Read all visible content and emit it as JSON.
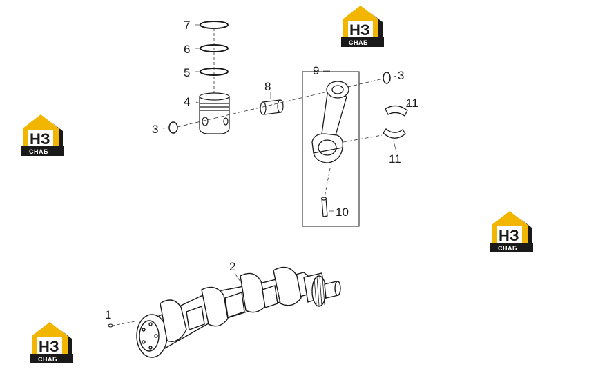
{
  "callouts": {
    "c1": "1",
    "c2": "2",
    "c3_left": "3",
    "c3_right": "3",
    "c4": "4",
    "c5": "5",
    "c6": "6",
    "c7": "7",
    "c8": "8",
    "c9": "9",
    "c10": "10",
    "c11_top": "11",
    "c11_bottom": "11"
  },
  "logo": {
    "mark": "НЗ",
    "caption": "СНАБ",
    "accent_color": "#f2b600",
    "dark_color": "#1a1a1a"
  }
}
